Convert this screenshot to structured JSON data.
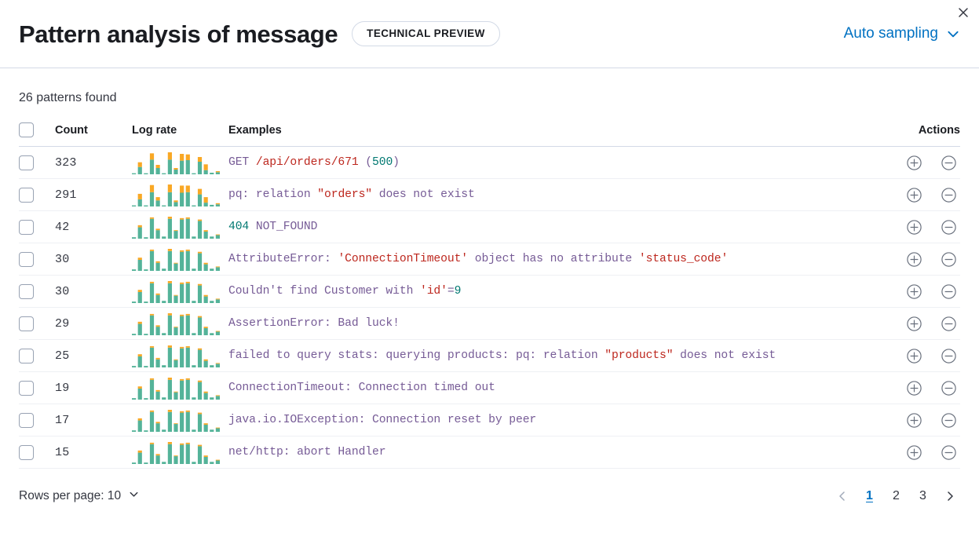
{
  "header": {
    "title": "Pattern analysis of message",
    "badge": "TECHNICAL PREVIEW",
    "sampling_label": "Auto sampling",
    "chevron_icon": "chevron-down-icon",
    "close_icon": "close-icon"
  },
  "summary": {
    "patterns_found": "26 patterns found"
  },
  "table": {
    "columns": {
      "select": "",
      "count": "Count",
      "log_rate": "Log rate",
      "examples": "Examples",
      "actions": "Actions"
    },
    "row_actions": {
      "include_icon": "plus-in-circle-icon",
      "exclude_icon": "minus-in-circle-icon"
    },
    "rows": [
      {
        "count": "323",
        "example_plain": "GET /api/orders/671 (500)",
        "tokens": [
          {
            "t": "GET ",
            "c": "plain"
          },
          {
            "t": "/api/orders/671",
            "c": "str"
          },
          {
            "t": " (",
            "c": "plain"
          },
          {
            "t": "500",
            "c": "num"
          },
          {
            "t": ")",
            "c": "plain"
          }
        ],
        "spark": {
          "teal": [
            2,
            14,
            2,
            28,
            12,
            2,
            28,
            9,
            26,
            27,
            2,
            24,
            8,
            3,
            4
          ],
          "orange": [
            0,
            9,
            0,
            12,
            6,
            0,
            14,
            3,
            13,
            11,
            0,
            9,
            11,
            0,
            2
          ]
        }
      },
      {
        "count": "291",
        "example_plain": "pq: relation \"orders\" does not exist",
        "tokens": [
          {
            "t": "pq: relation ",
            "c": "plain"
          },
          {
            "t": "\"orders\"",
            "c": "str"
          },
          {
            "t": " does not exist",
            "c": "plain"
          }
        ],
        "spark": {
          "teal": [
            2,
            13,
            2,
            26,
            11,
            2,
            26,
            8,
            25,
            26,
            2,
            22,
            7,
            3,
            4
          ],
          "orange": [
            0,
            10,
            0,
            13,
            6,
            0,
            14,
            3,
            13,
            12,
            0,
            10,
            10,
            0,
            2
          ]
        }
      },
      {
        "count": "42",
        "example_plain": "404 NOT_FOUND",
        "tokens": [
          {
            "t": "404",
            "c": "num"
          },
          {
            "t": " NOT_FOUND",
            "c": "plain"
          }
        ],
        "spark": {
          "teal": [
            2,
            16,
            2,
            28,
            12,
            3,
            28,
            11,
            27,
            28,
            3,
            25,
            10,
            3,
            5
          ],
          "orange": [
            0,
            3,
            0,
            2,
            2,
            0,
            3,
            1,
            2,
            2,
            0,
            2,
            2,
            0,
            1
          ]
        }
      },
      {
        "count": "30",
        "example_plain": "AttributeError: 'ConnectionTimeout' object has no attribute 'status_code'",
        "tokens": [
          {
            "t": "AttributeError: ",
            "c": "plain"
          },
          {
            "t": "'ConnectionTimeout'",
            "c": "str"
          },
          {
            "t": " object has no attribute ",
            "c": "plain"
          },
          {
            "t": "'status_code'",
            "c": "str"
          }
        ],
        "spark": {
          "teal": [
            2,
            15,
            2,
            27,
            11,
            3,
            27,
            10,
            26,
            27,
            3,
            24,
            9,
            3,
            5
          ],
          "orange": [
            0,
            3,
            0,
            2,
            2,
            0,
            3,
            1,
            2,
            2,
            0,
            2,
            2,
            0,
            1
          ]
        }
      },
      {
        "count": "30",
        "example_plain": "Couldn't find Customer with 'id'=9",
        "tokens": [
          {
            "t": "Couldn't find Customer with ",
            "c": "plain"
          },
          {
            "t": "'id'",
            "c": "str"
          },
          {
            "t": "=",
            "c": "plain"
          },
          {
            "t": "9",
            "c": "num"
          }
        ],
        "spark": {
          "teal": [
            2,
            15,
            2,
            27,
            11,
            3,
            27,
            10,
            26,
            27,
            3,
            24,
            9,
            3,
            5
          ],
          "orange": [
            0,
            3,
            0,
            2,
            2,
            0,
            3,
            1,
            2,
            2,
            0,
            2,
            2,
            0,
            1
          ]
        }
      },
      {
        "count": "29",
        "example_plain": "AssertionError: Bad luck!",
        "tokens": [
          {
            "t": "AssertionError: Bad luck!",
            "c": "plain"
          }
        ],
        "spark": {
          "teal": [
            2,
            16,
            2,
            28,
            12,
            3,
            28,
            11,
            27,
            28,
            3,
            25,
            10,
            3,
            5
          ],
          "orange": [
            0,
            3,
            0,
            2,
            2,
            0,
            3,
            1,
            2,
            2,
            0,
            2,
            2,
            0,
            1
          ]
        }
      },
      {
        "count": "25",
        "example_plain": "failed to query stats: querying products: pq: relation \"products\" does not exist",
        "tokens": [
          {
            "t": "failed to query stats: querying products: pq: relation ",
            "c": "plain"
          },
          {
            "t": "\"products\"",
            "c": "str"
          },
          {
            "t": " does not exist",
            "c": "plain"
          }
        ],
        "spark": {
          "teal": [
            2,
            15,
            2,
            27,
            11,
            3,
            27,
            10,
            26,
            27,
            3,
            24,
            9,
            3,
            5
          ],
          "orange": [
            0,
            3,
            0,
            2,
            2,
            0,
            3,
            1,
            2,
            2,
            0,
            2,
            2,
            0,
            1
          ]
        }
      },
      {
        "count": "19",
        "example_plain": "ConnectionTimeout: Connection timed out",
        "tokens": [
          {
            "t": "ConnectionTimeout: Connection timed out",
            "c": "plain"
          }
        ],
        "spark": {
          "teal": [
            2,
            15,
            2,
            27,
            11,
            3,
            27,
            10,
            26,
            27,
            3,
            24,
            9,
            3,
            5
          ],
          "orange": [
            0,
            3,
            0,
            2,
            2,
            0,
            3,
            1,
            2,
            2,
            0,
            2,
            2,
            0,
            1
          ]
        }
      },
      {
        "count": "17",
        "example_plain": "java.io.IOException: Connection reset by peer",
        "tokens": [
          {
            "t": "java.io.IOException: Connection reset by peer",
            "c": "plain"
          }
        ],
        "spark": {
          "teal": [
            2,
            16,
            2,
            28,
            12,
            3,
            28,
            11,
            27,
            28,
            3,
            25,
            10,
            3,
            5
          ],
          "orange": [
            0,
            3,
            0,
            2,
            2,
            0,
            3,
            1,
            2,
            2,
            0,
            2,
            2,
            0,
            1
          ]
        }
      },
      {
        "count": "15",
        "example_plain": "net/http: abort Handler",
        "tokens": [
          {
            "t": "net/http: abort Handler",
            "c": "plain"
          }
        ],
        "spark": {
          "teal": [
            2,
            16,
            2,
            28,
            12,
            3,
            28,
            11,
            27,
            28,
            3,
            25,
            10,
            3,
            5
          ],
          "orange": [
            0,
            3,
            0,
            2,
            2,
            0,
            3,
            1,
            2,
            2,
            0,
            2,
            2,
            0,
            1
          ]
        }
      }
    ]
  },
  "footer": {
    "rows_per_page": "Rows per page: 10",
    "rows_per_page_chevron": "chevron-down-icon",
    "prev_icon": "chevron-left-icon",
    "next_icon": "chevron-right-icon",
    "pages": [
      "1",
      "2",
      "3"
    ],
    "active_page": "1"
  },
  "colors": {
    "accent": "#0071c2",
    "spark_teal": "#54b399",
    "spark_orange": "#f9a825",
    "string_token": "#bd271e",
    "number_token": "#007871",
    "plain_token": "#765b96"
  }
}
